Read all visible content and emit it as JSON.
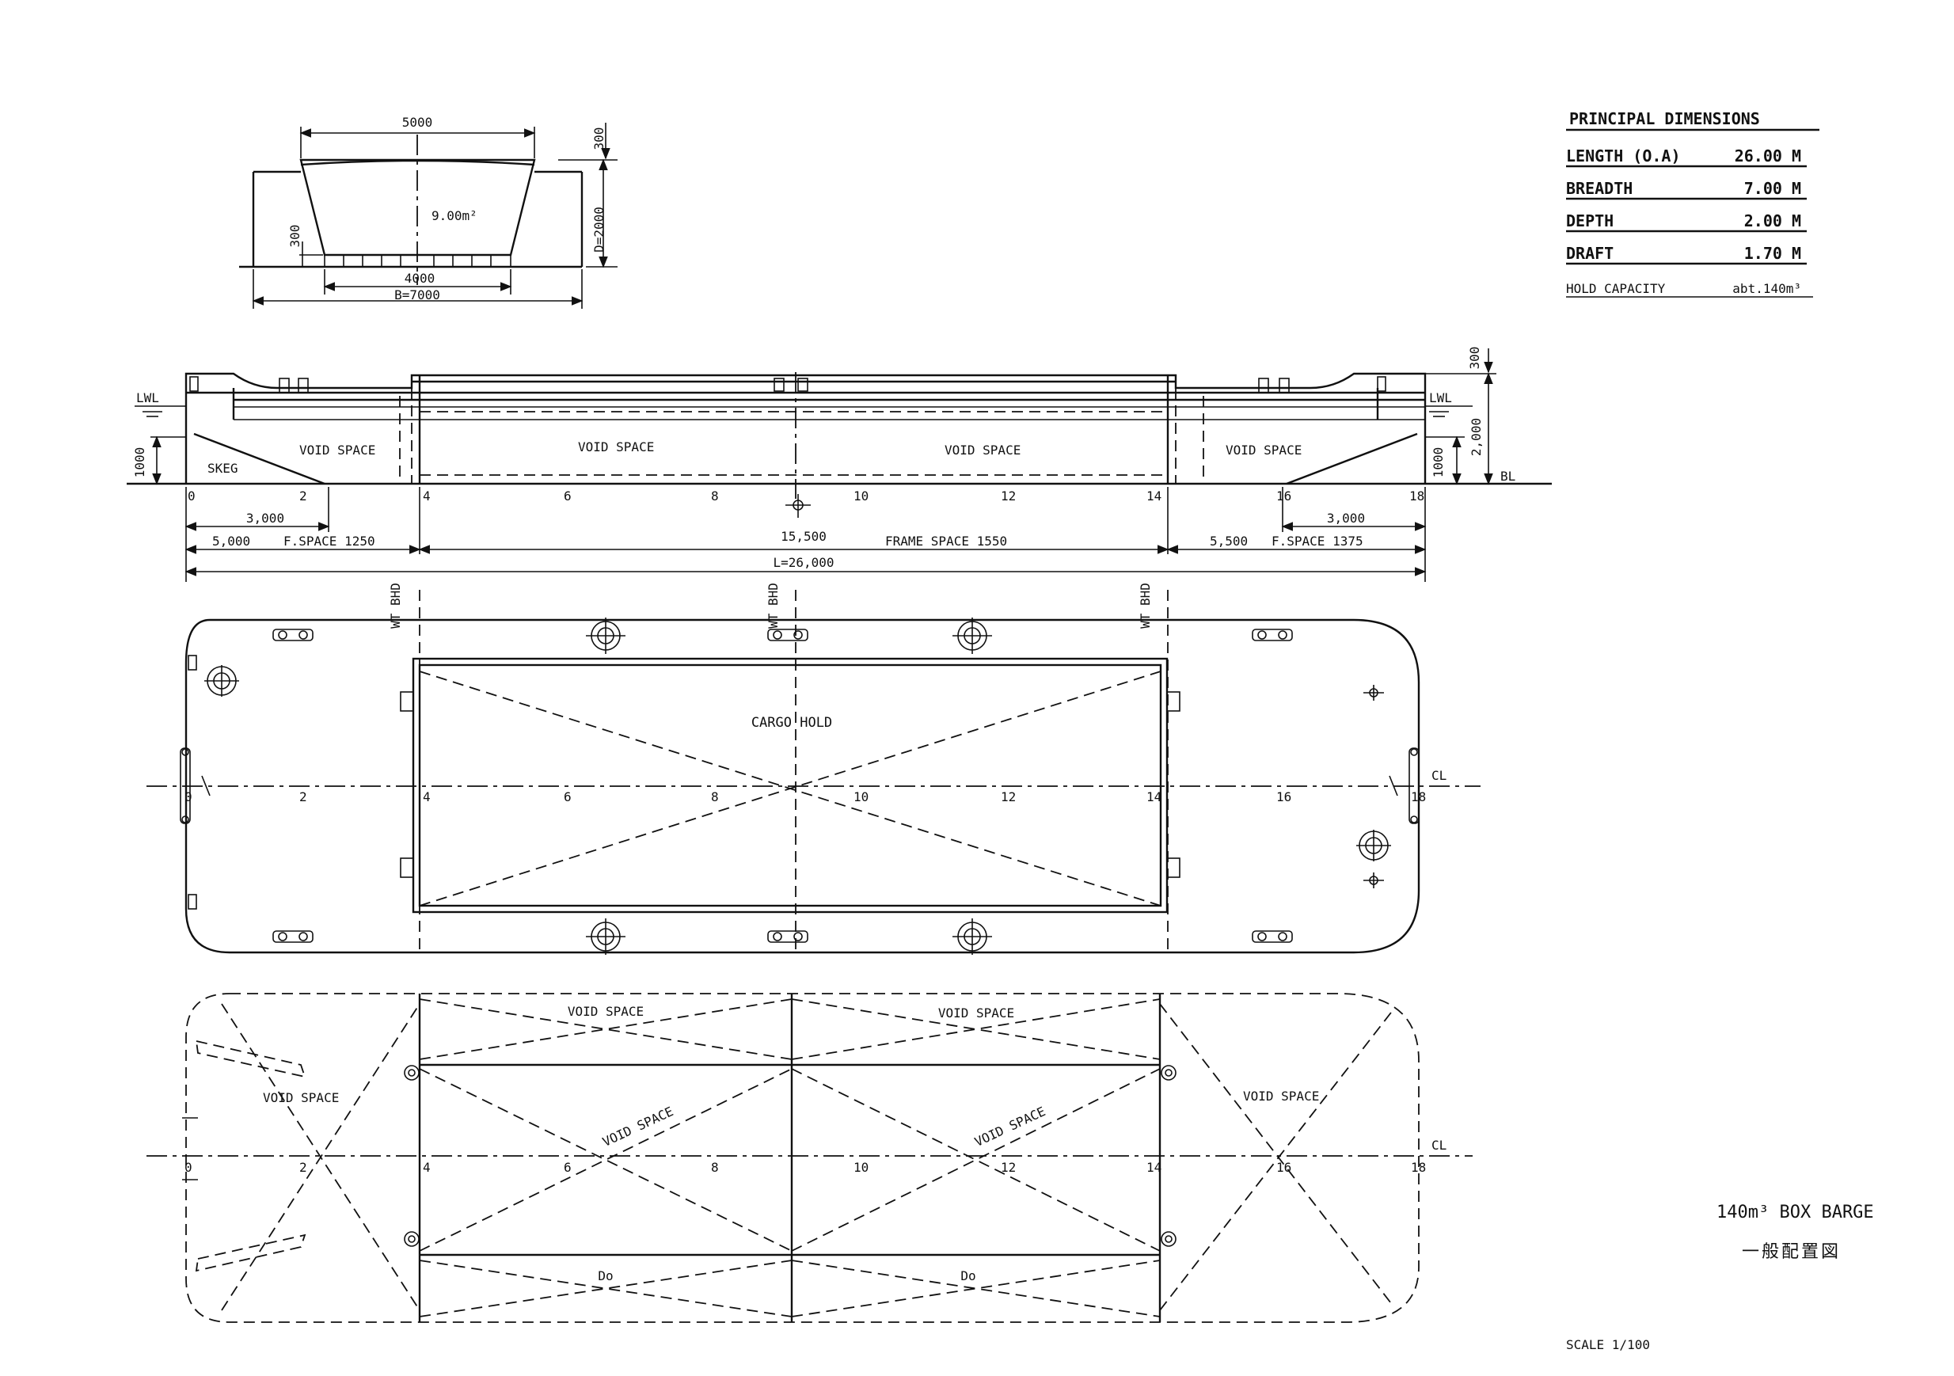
{
  "principal_dimensions": {
    "heading": "PRINCIPAL DIMENSIONS",
    "rows": [
      {
        "label": "LENGTH (O.A)",
        "value": "26.00 M"
      },
      {
        "label": "BREADTH",
        "value": "7.00 M"
      },
      {
        "label": "DEPTH",
        "value": "2.00 M"
      },
      {
        "label": "DRAFT",
        "value": "1.70 M"
      },
      {
        "label": "HOLD CAPACITY",
        "value": "abt.140m³"
      }
    ]
  },
  "title_block": {
    "title": "140m³ BOX BARGE",
    "subtitle": "一般配置図",
    "scale": "SCALE  1/100"
  },
  "section": {
    "top_width": "5000",
    "area": "9.00m²",
    "bottom_width": "4000",
    "breadth": "B=7000",
    "depth": "D=2000",
    "camber": "300",
    "floor_height": "300"
  },
  "profile": {
    "lwl_left": "LWL",
    "lwl_right": "LWL",
    "bl": "BL",
    "draft_left": "1000",
    "draft_right": "1000",
    "depth_right": "2,000",
    "sheer_right": "300",
    "skeg": "SKEG",
    "void_space": "VOID SPACE",
    "frames": [
      "0",
      "2",
      "4",
      "6",
      "8",
      "10",
      "12",
      "14",
      "16",
      "18"
    ],
    "dim_skeg_left": "3,000",
    "dim_skeg_right": "3,000",
    "dim_aft": "5,000",
    "fspace_aft": "F.SPACE  1250",
    "dim_mid": "15,500",
    "frame_space_mid": "FRAME SPACE  1550",
    "dim_fwd": "5,500",
    "fspace_fwd": "F.SPACE 1375",
    "length": "L=26,000"
  },
  "plan": {
    "bhd_label": "WT BHD",
    "cargo_hold": "CARGO HOLD",
    "cl": "CL",
    "frames": [
      "0",
      "2",
      "4",
      "6",
      "8",
      "10",
      "12",
      "14",
      "16",
      "18"
    ]
  },
  "bottom_plan": {
    "void_space": "VOID SPACE",
    "do_label": "Do",
    "cl": "CL",
    "frames": [
      "0",
      "2",
      "4",
      "6",
      "8",
      "10",
      "12",
      "14",
      "16",
      "18"
    ]
  }
}
